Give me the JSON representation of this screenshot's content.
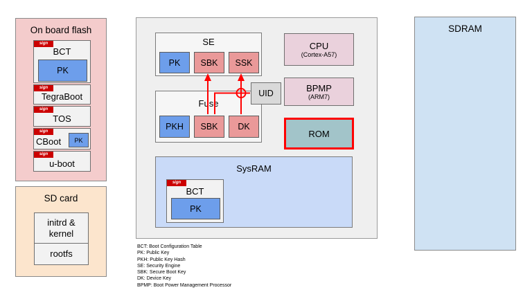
{
  "sign_label": "sign",
  "onboard_flash": {
    "title": "On board flash",
    "bct": {
      "label": "BCT",
      "key": "PK"
    },
    "tegraboot": "TegraBoot",
    "tos": "TOS",
    "cboot": {
      "label": "CBoot",
      "key": "PK"
    },
    "uboot": "u-boot"
  },
  "sd_card": {
    "title": "SD card",
    "initrd": "initrd & kernel",
    "rootfs": "rootfs"
  },
  "soc": {
    "se": {
      "title": "SE",
      "pk": "PK",
      "sbk": "SBK",
      "ssk": "SSK"
    },
    "fuse": {
      "title": "Fuse",
      "pkh": "PKH",
      "sbk": "SBK",
      "dk": "DK"
    },
    "uid": "UID",
    "cpu": {
      "title": "CPU",
      "subtitle": "(Cortex-A57)"
    },
    "bpmp": {
      "title": "BPMP",
      "subtitle": "(ARM7)"
    },
    "rom": "ROM",
    "sysram": {
      "title": "SysRAM",
      "bct": {
        "label": "BCT",
        "key": "PK"
      }
    }
  },
  "sdram": {
    "title": "SDRAM"
  },
  "legend": {
    "lines": [
      "BCT: Boot Configuration Table",
      "PK: Public Key",
      "PKH: Public Key Hash",
      "SE: Security Engine",
      "SBK: Secure Boot Key",
      "DK: Device Key",
      "BPMP: Boot Power Management Processor"
    ]
  },
  "colors": {
    "flash_panel": "#f4cccc",
    "sd_panel": "#fce5cd",
    "blue_key": "#6d9eeb",
    "pink_key": "#ea9999",
    "cpu_box": "#ead1dc",
    "rom_box": "#a2c4c9",
    "sysram": "#c9daf8",
    "sdram": "#cfe2f3",
    "sign_tag": "#cc0000",
    "arrow": "#ff0000"
  }
}
